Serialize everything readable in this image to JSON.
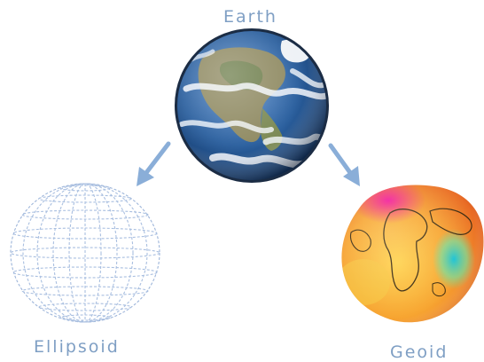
{
  "diagram": {
    "nodes": {
      "earth": {
        "label": "Earth",
        "icon": "earth-globe-photo"
      },
      "ellipsoid": {
        "label": "Ellipsoid",
        "icon": "wireframe-ellipsoid"
      },
      "geoid": {
        "label": "Geoid",
        "icon": "geoid-gravity-surface"
      }
    },
    "edges": [
      {
        "from": "earth",
        "to": "ellipsoid"
      },
      {
        "from": "earth",
        "to": "geoid"
      }
    ],
    "colors": {
      "label": "#7f9fc4",
      "arrow": "#8aaed8",
      "wireframe": "#a9bfe0",
      "ocean": "#2a5f9e",
      "geoid_low": "#19c2d6",
      "geoid_high": "#f2189a"
    }
  }
}
